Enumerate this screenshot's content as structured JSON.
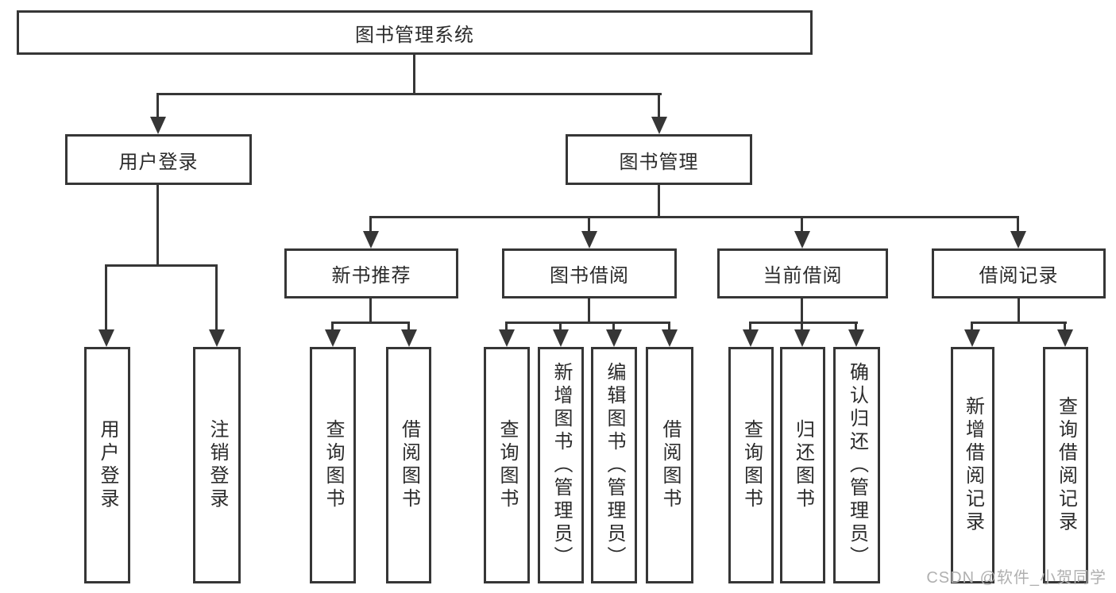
{
  "tree": {
    "root": "图书管理系统",
    "children": [
      {
        "label": "用户登录",
        "children": [
          {
            "label": "用户登录"
          },
          {
            "label": "注销登录"
          }
        ]
      },
      {
        "label": "图书管理",
        "children": [
          {
            "label": "新书推荐",
            "children": [
              {
                "label": "查询图书"
              },
              {
                "label": "借阅图书"
              }
            ]
          },
          {
            "label": "图书借阅",
            "children": [
              {
                "label": "查询图书"
              },
              {
                "label": "新增图书（管理员）"
              },
              {
                "label": "编辑图书（管理员）"
              },
              {
                "label": "借阅图书"
              }
            ]
          },
          {
            "label": "当前借阅",
            "children": [
              {
                "label": "查询图书"
              },
              {
                "label": "归还图书"
              },
              {
                "label": "确认归还（管理员）"
              }
            ]
          },
          {
            "label": "借阅记录",
            "children": [
              {
                "label": "新增借阅记录"
              },
              {
                "label": "查询借阅记录"
              }
            ]
          }
        ]
      }
    ]
  },
  "watermark": {
    "text": "CSDN @软件_小贺同学"
  },
  "colors": {
    "line": "#363636",
    "text": "#2b2b2b",
    "watermark": "#b0b0b0",
    "background": "#ffffff"
  }
}
